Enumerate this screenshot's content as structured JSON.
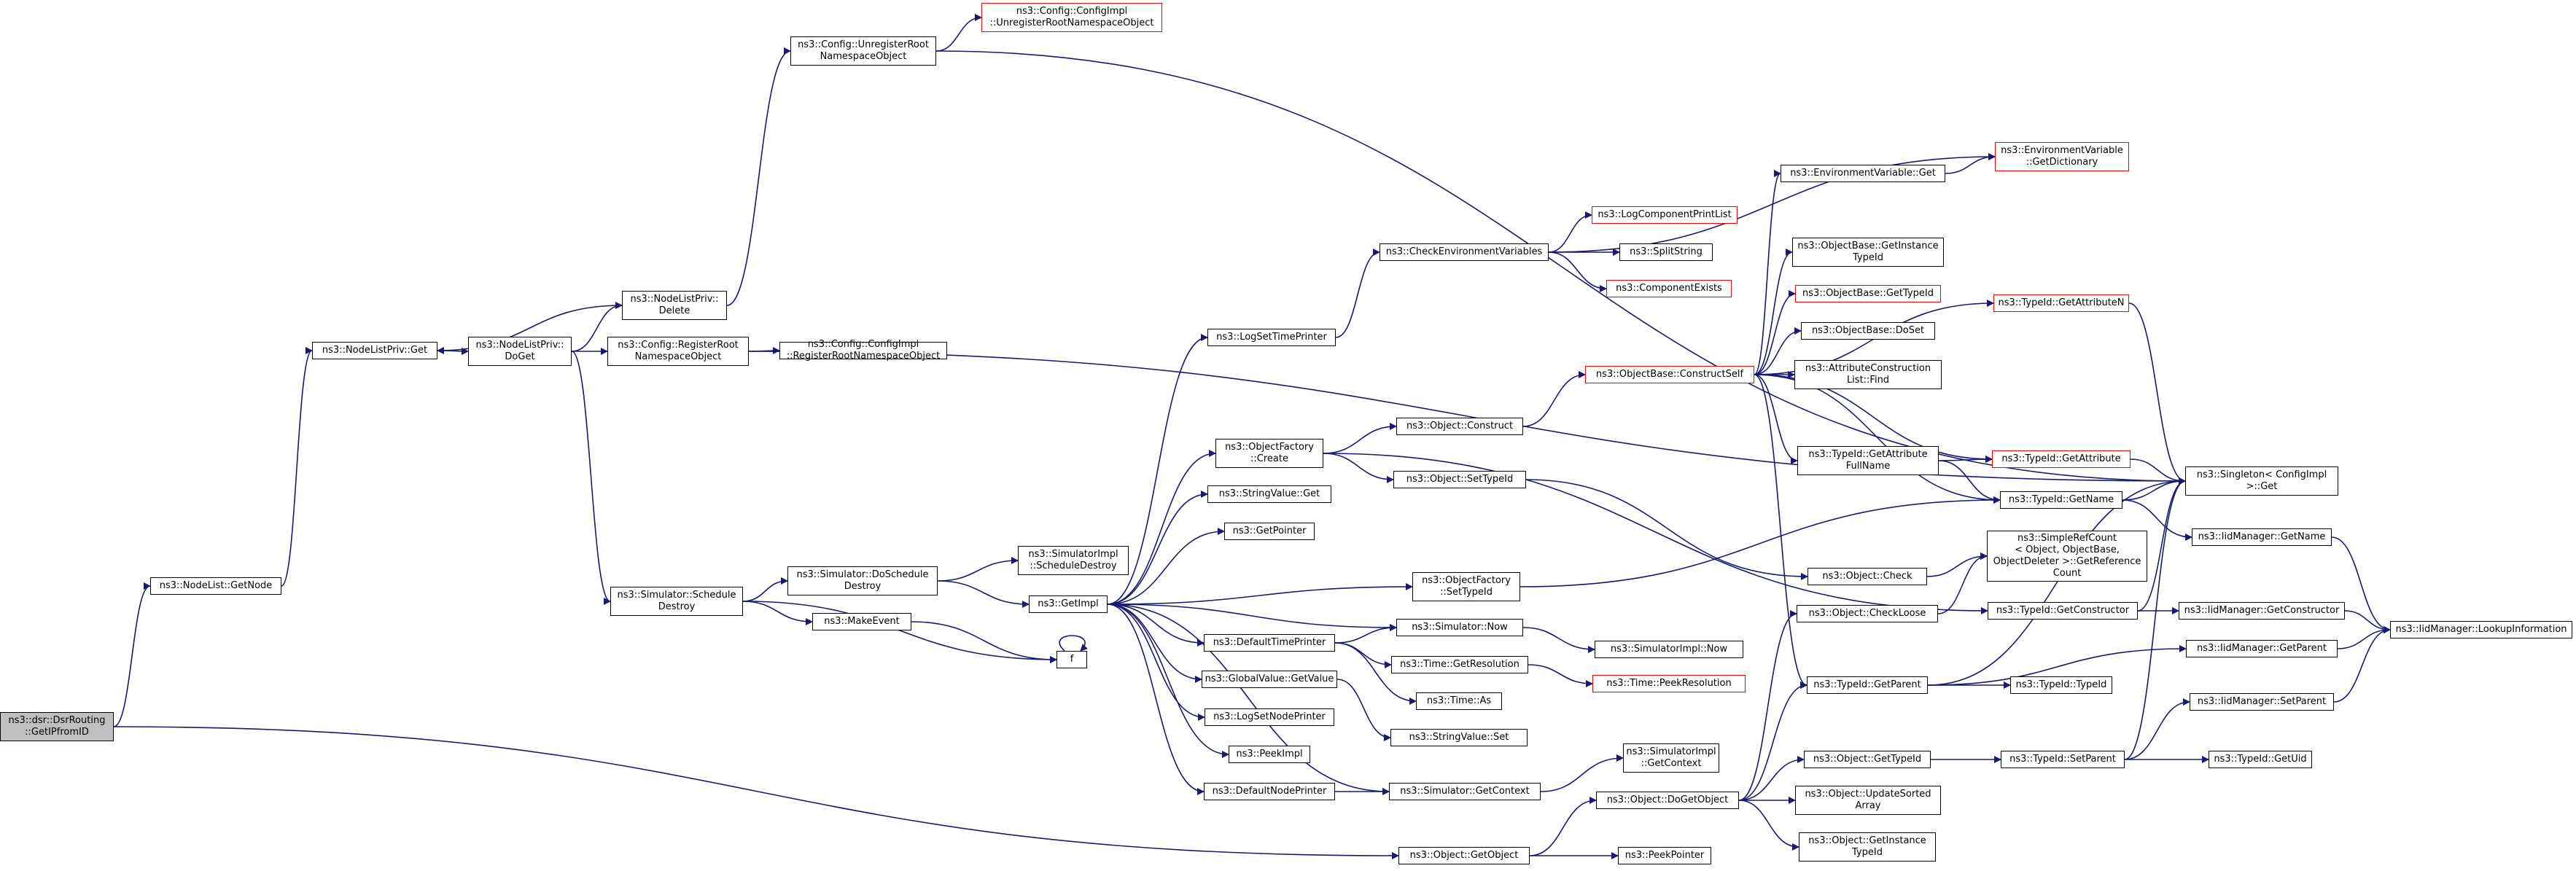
{
  "title": "ns3::dsr::DsrRouting::GetIPfromID",
  "colors": {
    "edge": "#191970",
    "box_border": "#000000",
    "box_border_red": "#ff0000",
    "focus_fill": "#bfbfbf"
  },
  "nodes": {
    "root": "ns3::dsr::DsrRouting\n::GetIPfromID",
    "nodelist_getnode": "ns3::NodeList::GetNode",
    "nodelistpriv_get": "ns3::NodeListPriv::Get",
    "nodelistpriv_doget": "ns3::NodeListPriv::\nDoGet",
    "nodelistpriv_delete": "ns3::NodeListPriv::\nDelete",
    "config_unregister": "ns3::Config::UnregisterRoot\nNamespaceObject",
    "configimpl_unregister": "ns3::Config::ConfigImpl\n::UnregisterRootNamespaceObject",
    "config_register": "ns3::Config::RegisterRoot\nNamespaceObject",
    "configimpl_register": "ns3::Config::ConfigImpl\n::RegisterRootNamespaceObject",
    "simulator_scheduledestroy": "ns3::Simulator::Schedule\nDestroy",
    "simulator_doscheduledestroy": "ns3::Simulator::DoSchedule\nDestroy",
    "simulatorimpl_scheduledestroy": "ns3::SimulatorImpl\n::ScheduleDestroy",
    "makeevent": "ns3::MakeEvent",
    "f": "f",
    "getimpl": "ns3::GetImpl",
    "logsettimeprinter": "ns3::LogSetTimePrinter",
    "checkenv": "ns3::CheckEnvironmentVariables",
    "envvar_get": "ns3::EnvironmentVariable::Get",
    "envvar_getdict": "ns3::EnvironmentVariable\n::GetDictionary",
    "logcomponentprintlist": "ns3::LogComponentPrintList",
    "splitstring": "ns3::SplitString",
    "componentexists": "ns3::ComponentExists",
    "objectfactory_create": "ns3::ObjectFactory\n::Create",
    "object_construct": "ns3::Object::Construct",
    "object_settypeid": "ns3::Object::SetTypeId",
    "objectbase_constructself": "ns3::ObjectBase::ConstructSelf",
    "objectbase_getinstancetypeid": "ns3::ObjectBase::GetInstance\nTypeId",
    "objectbase_gettypeid": "ns3::ObjectBase::GetTypeId",
    "objectbase_doset": "ns3::ObjectBase::DoSet",
    "attrconstructionlist_find": "ns3::AttributeConstruction\nList::Find",
    "typeid_getattributen": "ns3::TypeId::GetAttributeN",
    "typeid_getattribute": "ns3::TypeId::GetAttribute",
    "typeid_getattributefullname": "ns3::TypeId::GetAttribute\nFullName",
    "typeid_getname": "ns3::TypeId::GetName",
    "singleton_get": "ns3::Singleton< ConfigImpl\n>::Get",
    "iidmanager_getname": "ns3::IidManager::GetName",
    "stringvalue_get": "ns3::StringValue::Get",
    "getpointer": "ns3::GetPointer",
    "objectfactory_settypeid": "ns3::ObjectFactory\n::SetTypeId",
    "object_check": "ns3::Object::Check",
    "simplerefcount": "ns3::SimpleRefCount\n< Object, ObjectBase,\nObjectDeleter >::GetReference\nCount",
    "object_checkloose": "ns3::Object::CheckLoose",
    "typeid_getconstructor": "ns3::TypeId::GetConstructor",
    "iidmanager_getconstructor": "ns3::IidManager::GetConstructor",
    "iidmanager_lookupinformation": "ns3::IidManager::LookupInformation",
    "defaulttimeprinter": "ns3::DefaultTimePrinter",
    "simulator_now": "ns3::Simulator::Now",
    "simulatorimpl_now": "ns3::SimulatorImpl::Now",
    "time_getresolution": "ns3::Time::GetResolution",
    "time_peekresolution": "ns3::Time::PeekResolution",
    "time_as": "ns3::Time::As",
    "globalvalue_getvalue": "ns3::GlobalValue::GetValue",
    "stringvalue_set": "ns3::StringValue::Set",
    "iidmanager_getparent": "ns3::IidManager::GetParent",
    "typeid_getparent": "ns3::TypeId::GetParent",
    "typeid_typeid": "ns3::TypeId::TypeId",
    "iidmanager_setparent": "ns3::IidManager::SetParent",
    "logsetnodeprinter": "ns3::LogSetNodePrinter",
    "peekimpl": "ns3::PeekImpl",
    "defaultnodeprinter": "ns3::DefaultNodePrinter",
    "simulator_getcontext": "ns3::Simulator::GetContext",
    "simulatorimpl_getcontext": "ns3::SimulatorImpl\n::GetContext",
    "object_gettypeid": "ns3::Object::GetTypeId",
    "typeid_setparent": "ns3::TypeId::SetParent",
    "typeid_getuid": "ns3::TypeId::GetUid",
    "object_dogetobject": "ns3::Object::DoGetObject",
    "object_updatesortedarray": "ns3::Object::UpdateSorted\nArray",
    "object_getinstancetypeid": "ns3::Object::GetInstance\nTypeId",
    "object_getobject": "ns3::Object::GetObject",
    "peekpointer": "ns3::PeekPointer"
  }
}
